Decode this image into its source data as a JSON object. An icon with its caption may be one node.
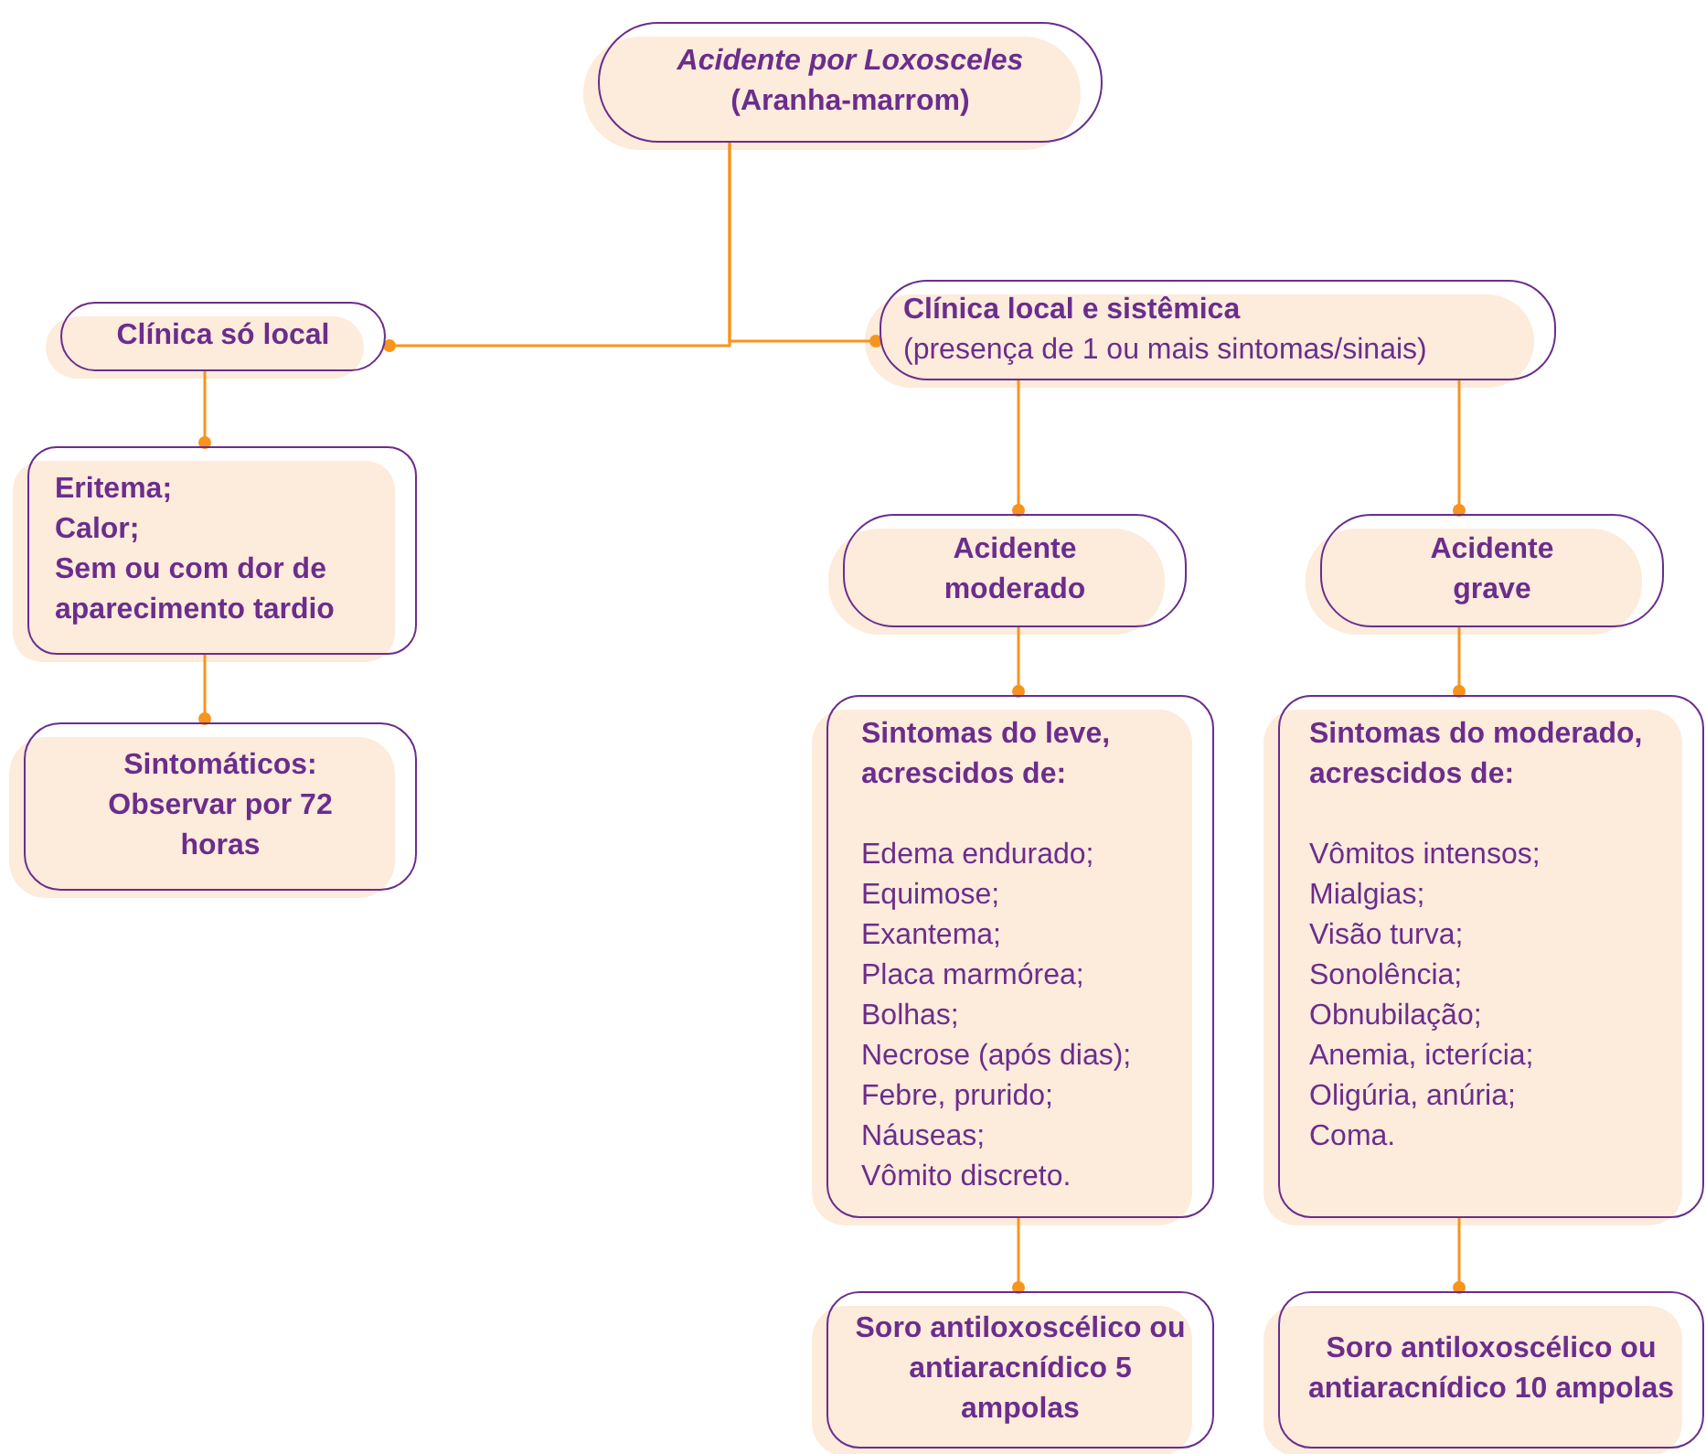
{
  "diagram": {
    "nodes": [
      {
        "text": [
          "Acidente por Loxosceles",
          "(Aranha-marrom)"
        ]
      },
      {
        "text": [
          "Clínica só local"
        ]
      },
      {
        "text": [
          "Clínica local e sistêmica",
          "(presença de 1 ou mais sintomas/sinais)"
        ]
      },
      {
        "text": [
          "Eritema;",
          "Calor;",
          "Sem ou com dor de aparecimento tardio"
        ]
      },
      {
        "text": [
          "Sintomáticos: Observar por 72 horas"
        ]
      },
      {
        "text": [
          "Acidente moderado"
        ]
      },
      {
        "text": [
          "Acidente grave"
        ]
      },
      {
        "text": [
          "Sintomas do leve, acrescidos de:",
          "Edema endurado;",
          "Equimose;",
          "Exantema;",
          "Placa marmórea;",
          "Bolhas;",
          "Necrose (após dias);",
          "Febre, prurido;",
          "Náuseas;",
          "Vômito discreto."
        ]
      },
      {
        "text": [
          "Sintomas do moderado, acrescidos de:",
          "Vômitos intensos;",
          "Mialgias;",
          "Visão turva;",
          "Sonolência;",
          "Obnubilação;",
          "Anemia, icterícia;",
          "Oligúria, anúria;",
          "Coma."
        ]
      },
      {
        "text": [
          "Soro antiloxoscélico ou antiaracnídico 5 ampolas"
        ]
      },
      {
        "text": [
          "Soro antiloxoscélico ou antiaracnídico 10 ampolas"
        ]
      }
    ],
    "edges": [
      {
        "from": 0,
        "to": 1,
        "arrow": "other"
      },
      {
        "from": 0,
        "to": 2,
        "arrow": "other"
      },
      {
        "from": 1,
        "to": 3,
        "arrow": "other"
      },
      {
        "from": 3,
        "to": 4,
        "arrow": "other"
      },
      {
        "from": 2,
        "to": 5,
        "arrow": "other"
      },
      {
        "from": 2,
        "to": 6,
        "arrow": "other"
      },
      {
        "from": 5,
        "to": 7,
        "arrow": "other"
      },
      {
        "from": 6,
        "to": 8,
        "arrow": "other"
      },
      {
        "from": 7,
        "to": 9,
        "arrow": "other"
      },
      {
        "from": 8,
        "to": 10,
        "arrow": "other"
      }
    ]
  }
}
